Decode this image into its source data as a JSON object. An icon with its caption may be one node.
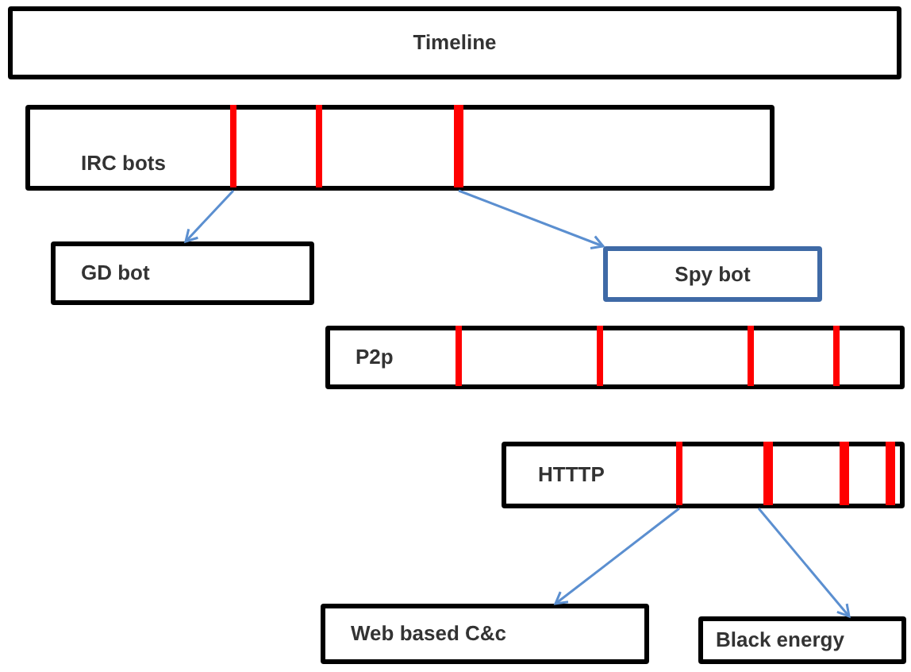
{
  "diagram": {
    "nodes": [
      {
        "text": [
          "Timeline"
        ]
      },
      {
        "text": [
          "IRC bots"
        ]
      },
      {
        "text": [
          "GD bot"
        ]
      },
      {
        "text": [
          "Spy  bot"
        ]
      },
      {
        "text": [
          "P2p"
        ]
      },
      {
        "text": [
          "HTTTP"
        ]
      },
      {
        "text": [
          "Web based C&c"
        ]
      },
      {
        "text": [
          "Black energy"
        ]
      }
    ],
    "edges": [
      {
        "from": 1,
        "to": 2,
        "arrow": "to"
      },
      {
        "from": 1,
        "to": 3,
        "arrow": "to"
      },
      {
        "from": 5,
        "to": 6,
        "arrow": "to"
      },
      {
        "from": 5,
        "to": 7,
        "arrow": "to"
      }
    ]
  }
}
